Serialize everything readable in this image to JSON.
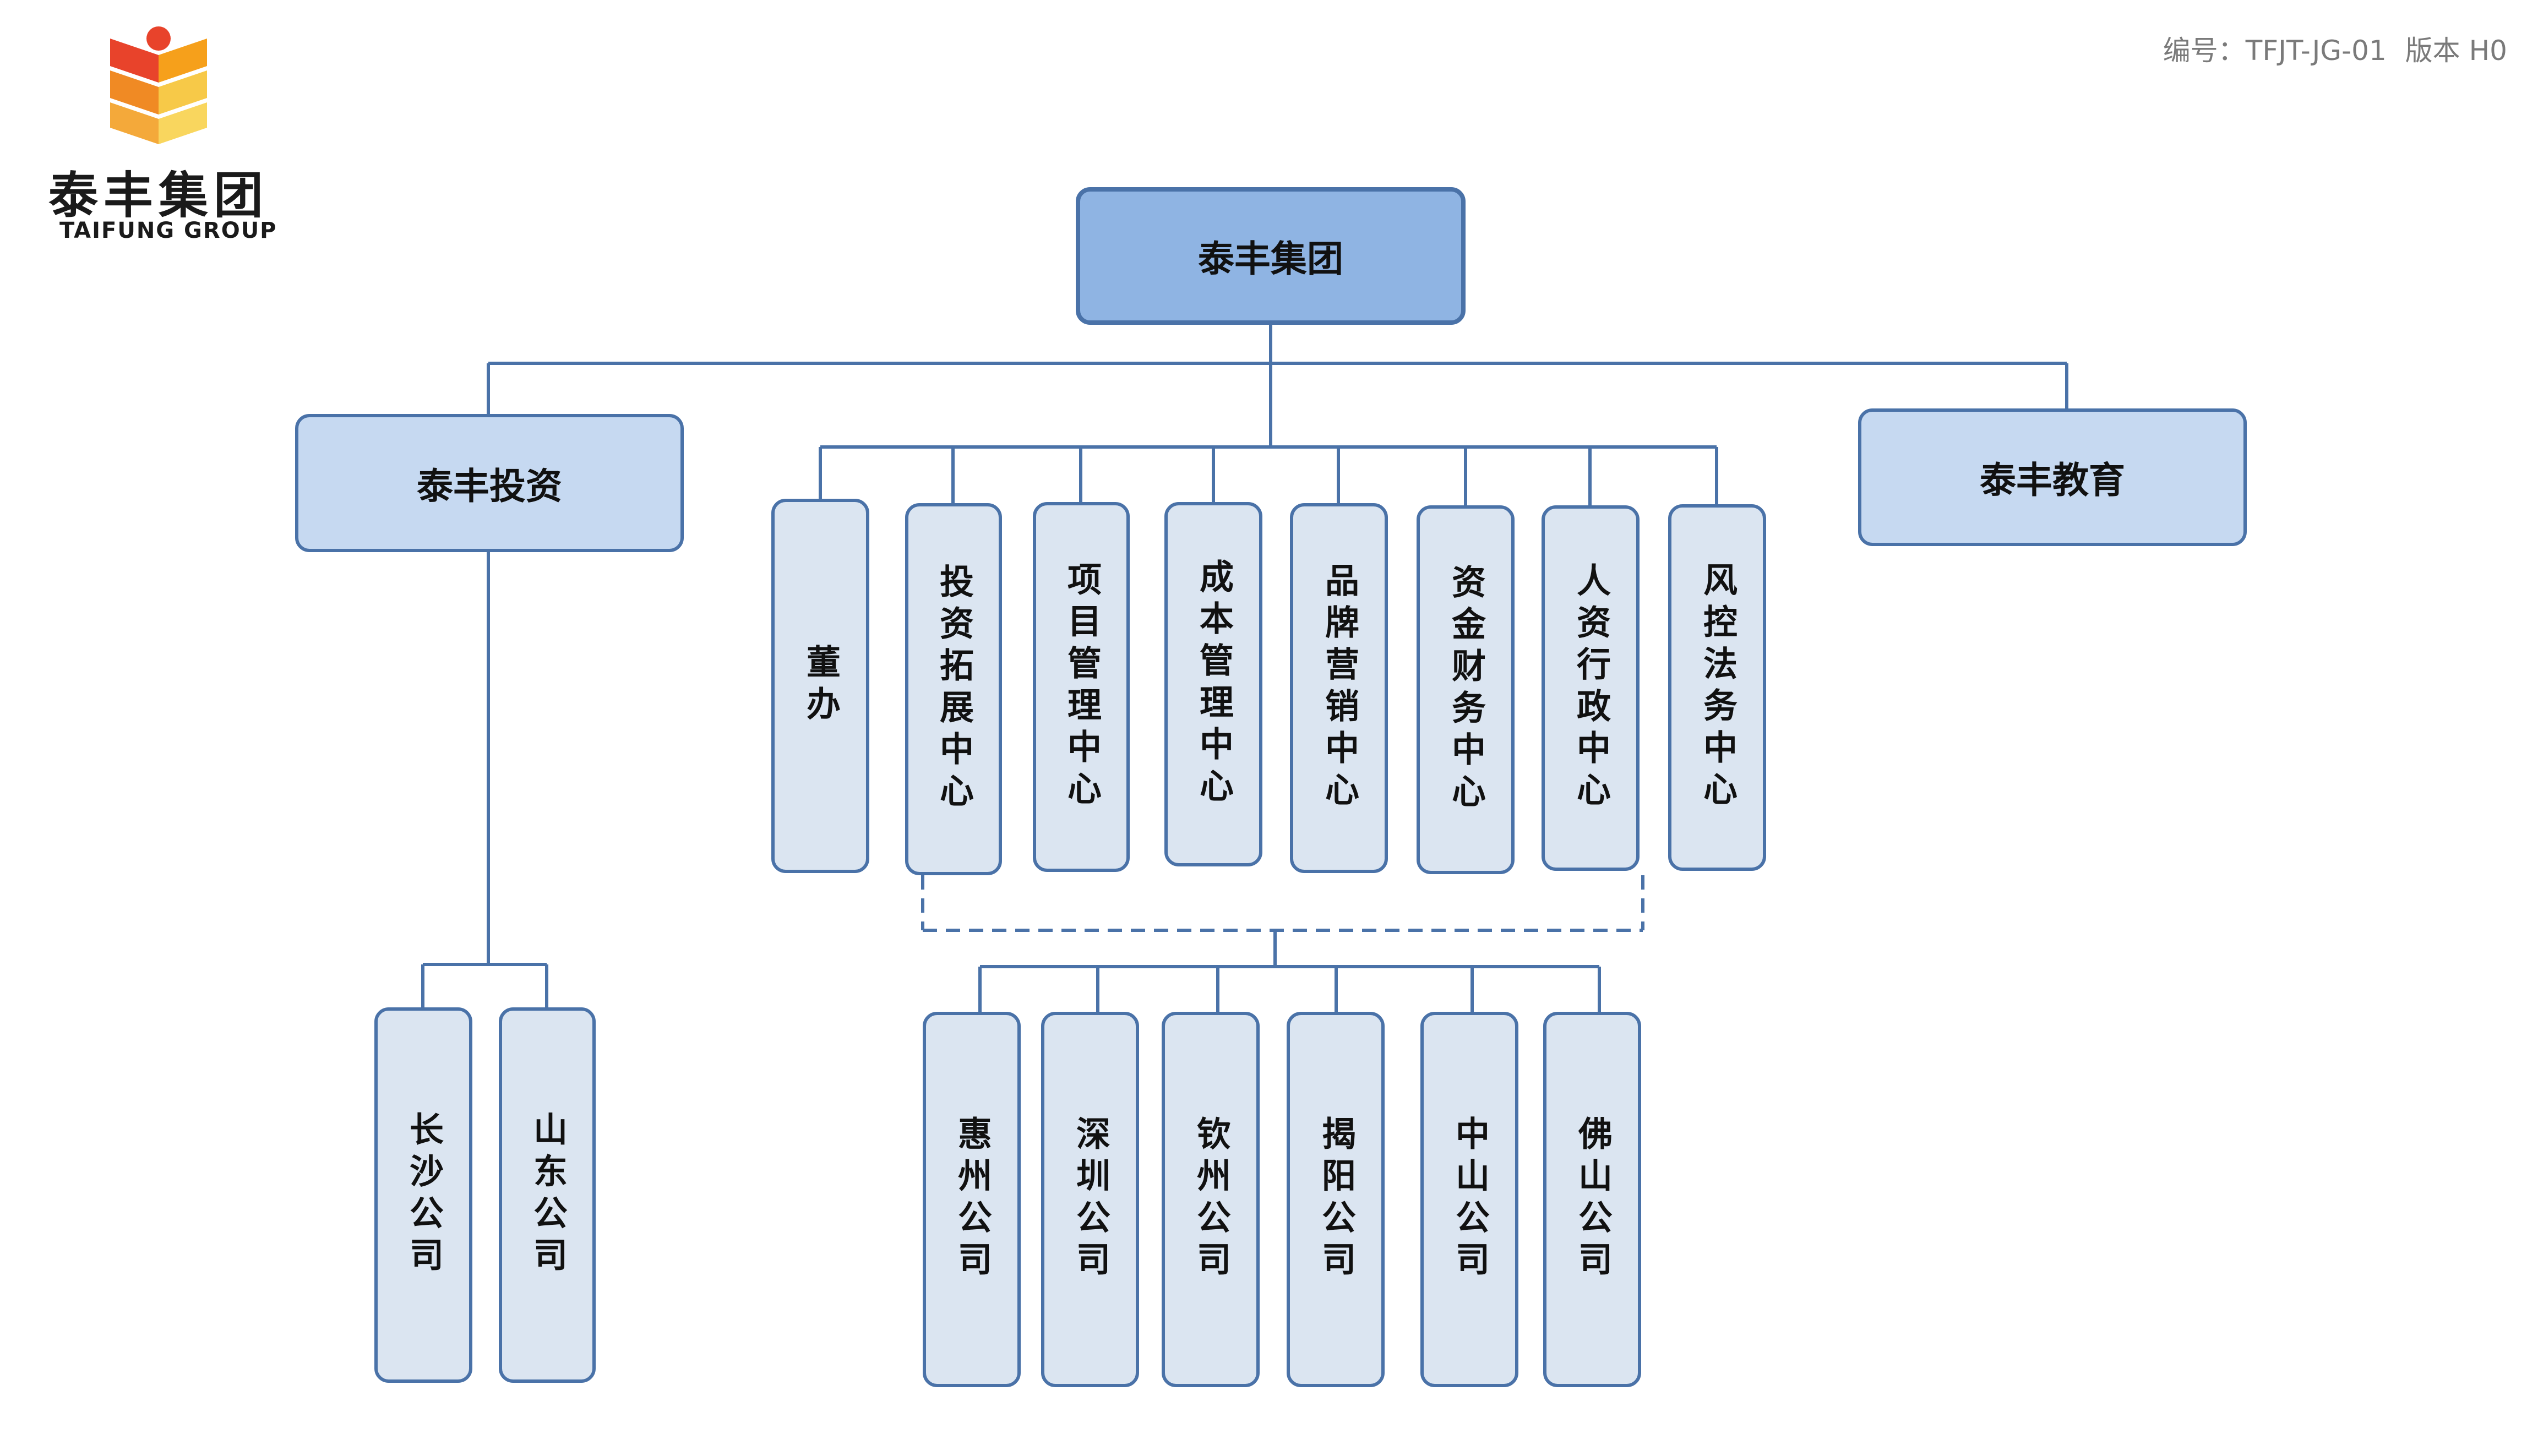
{
  "header": {
    "doc_number_label": "编号：TFJT-JG-01",
    "version_label": "版本 H0"
  },
  "logo": {
    "name_cn": "泰丰集团",
    "name_en": "TAIFUNG GROUP",
    "colors": {
      "top": "#e8432b",
      "left": "#f08a24",
      "right": "#f7c948"
    }
  },
  "colors": {
    "line": "#4a72a8",
    "root_fill": "#8fb4e3",
    "sub_fill": "#c6d9f1",
    "dept_fill": "#dbe5f1"
  },
  "org": {
    "root": "泰丰集团",
    "investment": "泰丰投资",
    "education": "泰丰教育",
    "investment_companies": [
      "长沙公司",
      "山东公司"
    ],
    "departments": [
      "董办",
      "投资拓展中心",
      "项目管理中心",
      "成本管理中心",
      "品牌营销中心",
      "资金财务中心",
      "人资行政中心",
      "风控法务中心"
    ],
    "regional_companies": [
      "惠州公司",
      "深圳公司",
      "钦州公司",
      "揭阳公司",
      "中山公司",
      "佛山公司"
    ]
  }
}
